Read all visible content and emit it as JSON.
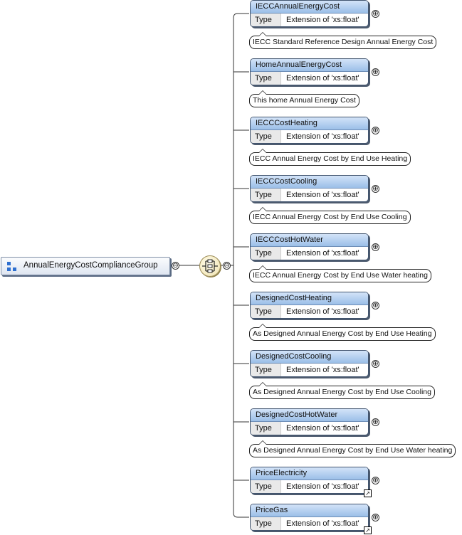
{
  "group": {
    "name": "AnnualEnergyCostComplianceGroup",
    "icon": "group-icon",
    "toggle": "⊖"
  },
  "sequence": {
    "icon": "sequence-compositor-icon",
    "toggle": "⊖"
  },
  "colors": {
    "element_header": "#9bbfe8",
    "element_border": "#41546e",
    "connector": "#333333",
    "compositor_fill": "#efe2b0"
  },
  "elements": [
    {
      "name": "IECCAnnualEnergyCost",
      "type_key": "Type",
      "type": "Extension of 'xs:float'",
      "annotation": "IECC Standard Reference Design Annual Energy Cost",
      "expand": "⊕",
      "reference": false
    },
    {
      "name": "HomeAnnualEnergyCost",
      "type_key": "Type",
      "type": "Extension of 'xs:float'",
      "annotation": "This home Annual Energy Cost",
      "expand": "⊕",
      "reference": false
    },
    {
      "name": "IECCCostHeating",
      "type_key": "Type",
      "type": "Extension of 'xs:float'",
      "annotation": "IECC Annual Energy Cost by End Use Heating",
      "expand": "⊕",
      "reference": false
    },
    {
      "name": "IECCCostCooling",
      "type_key": "Type",
      "type": "Extension of 'xs:float'",
      "annotation": "IECC Annual Energy Cost by End Use Cooling",
      "expand": "⊕",
      "reference": false
    },
    {
      "name": "IECCCostHotWater",
      "type_key": "Type",
      "type": "Extension of 'xs:float'",
      "annotation": "IECC Annual Energy Cost by End Use Water heating",
      "expand": "⊕",
      "reference": false
    },
    {
      "name": "DesignedCostHeating",
      "type_key": "Type",
      "type": "Extension of 'xs:float'",
      "annotation": "As Designed Annual Energy Cost by End Use Heating",
      "expand": "⊕",
      "reference": false
    },
    {
      "name": "DesignedCostCooling",
      "type_key": "Type",
      "type": "Extension of 'xs:float'",
      "annotation": "As Designed Annual Energy Cost by End Use Cooling",
      "expand": "⊕",
      "reference": false
    },
    {
      "name": "DesignedCostHotWater",
      "type_key": "Type",
      "type": "Extension of 'xs:float'",
      "annotation": "As Designed Annual Energy Cost by End Use Water heating",
      "expand": "⊕",
      "reference": false
    },
    {
      "name": "PriceElectricity",
      "type_key": "Type",
      "type": "Extension of 'xs:float'",
      "annotation": "",
      "expand": "⊕",
      "reference": true
    },
    {
      "name": "PriceGas",
      "type_key": "Type",
      "type": "Extension of 'xs:float'",
      "annotation": "",
      "expand": "⊕",
      "reference": true
    }
  ]
}
